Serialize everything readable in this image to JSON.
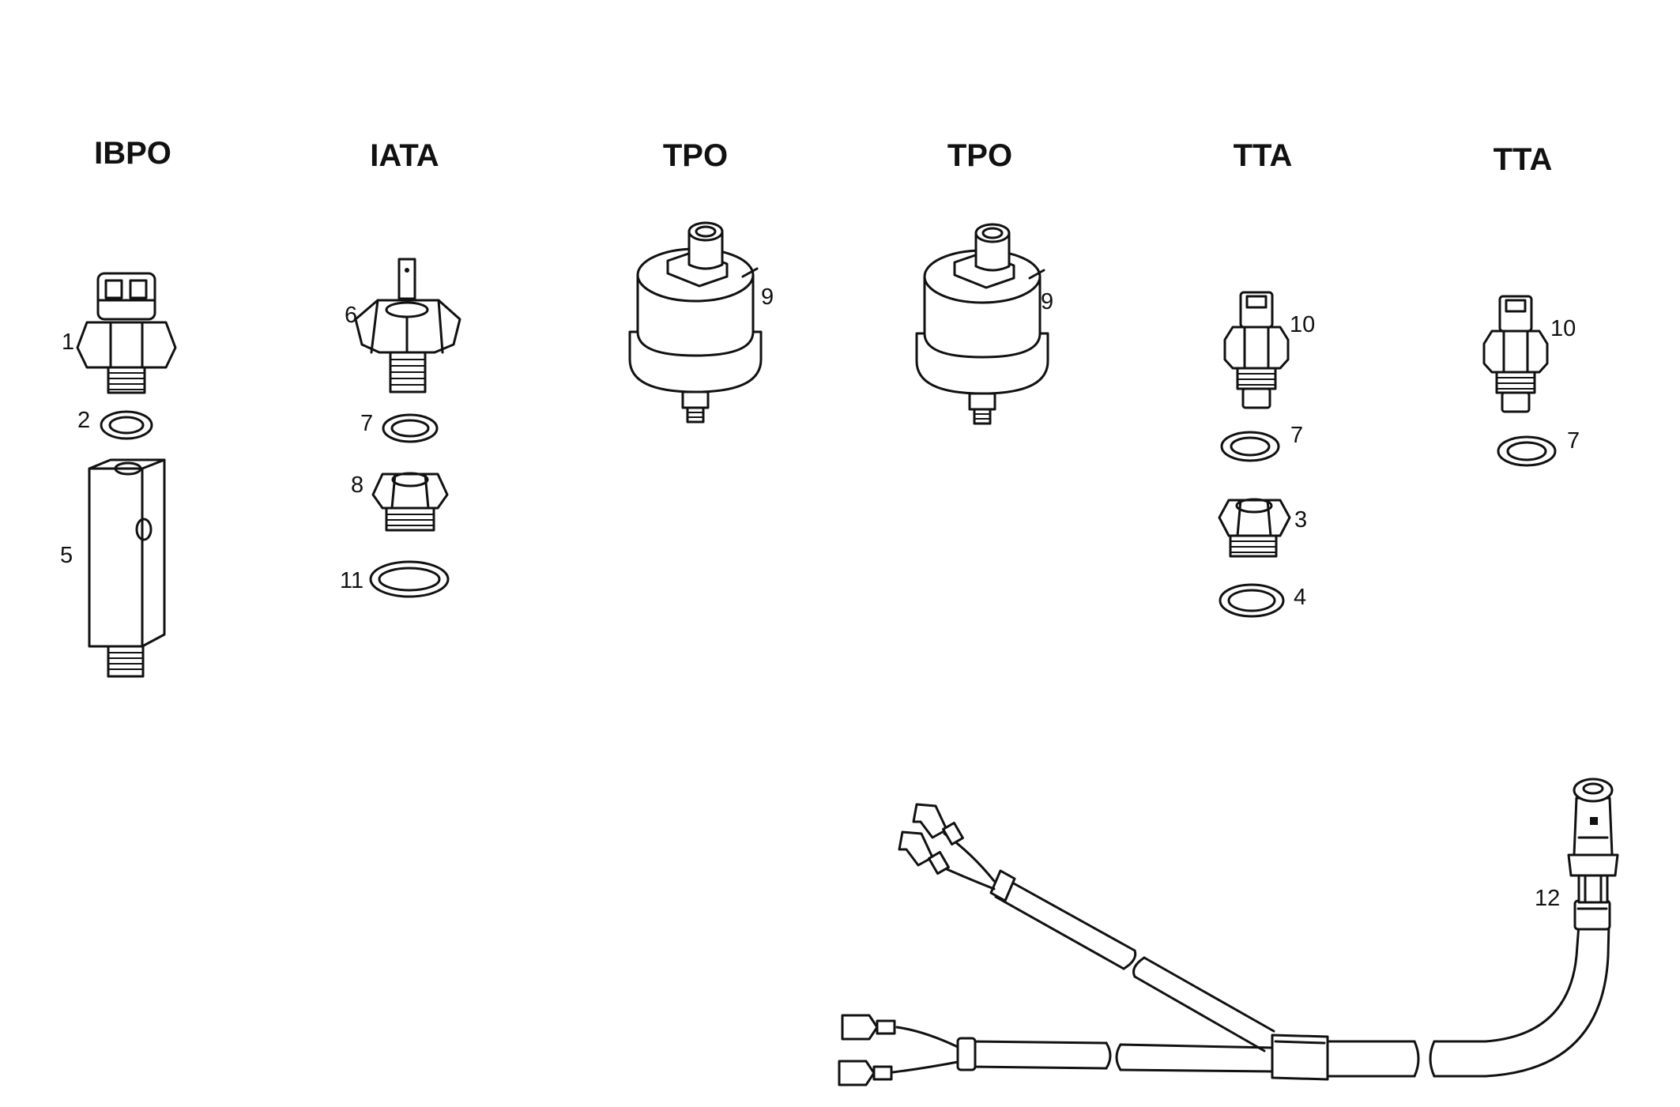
{
  "headers": {
    "h1": "IBPO",
    "h2": "IATA",
    "h3": "TPO",
    "h4": "TPO",
    "h5": "TTA",
    "h6": "TTA"
  },
  "callouts": {
    "c1": "1",
    "c2": "2",
    "c5": "5",
    "c6": "6",
    "c7a": "7",
    "c8": "8",
    "c11": "11",
    "c9a": "9",
    "c9b": "9",
    "c10a": "10",
    "c7b": "7",
    "c3": "3",
    "c4": "4",
    "c10b": "10",
    "c7c": "7",
    "c12": "12"
  },
  "icons": [
    "pressure-switch-icon",
    "washer-icon",
    "tee-adapter-icon",
    "hex-pressure-switch-icon",
    "reducer-nut-icon",
    "pressure-sender-icon",
    "temperature-sensor-icon",
    "wiring-harness-icon",
    "connector-plug-icon"
  ],
  "colors": {
    "ink": "#111111",
    "paper": "#ffffff"
  }
}
